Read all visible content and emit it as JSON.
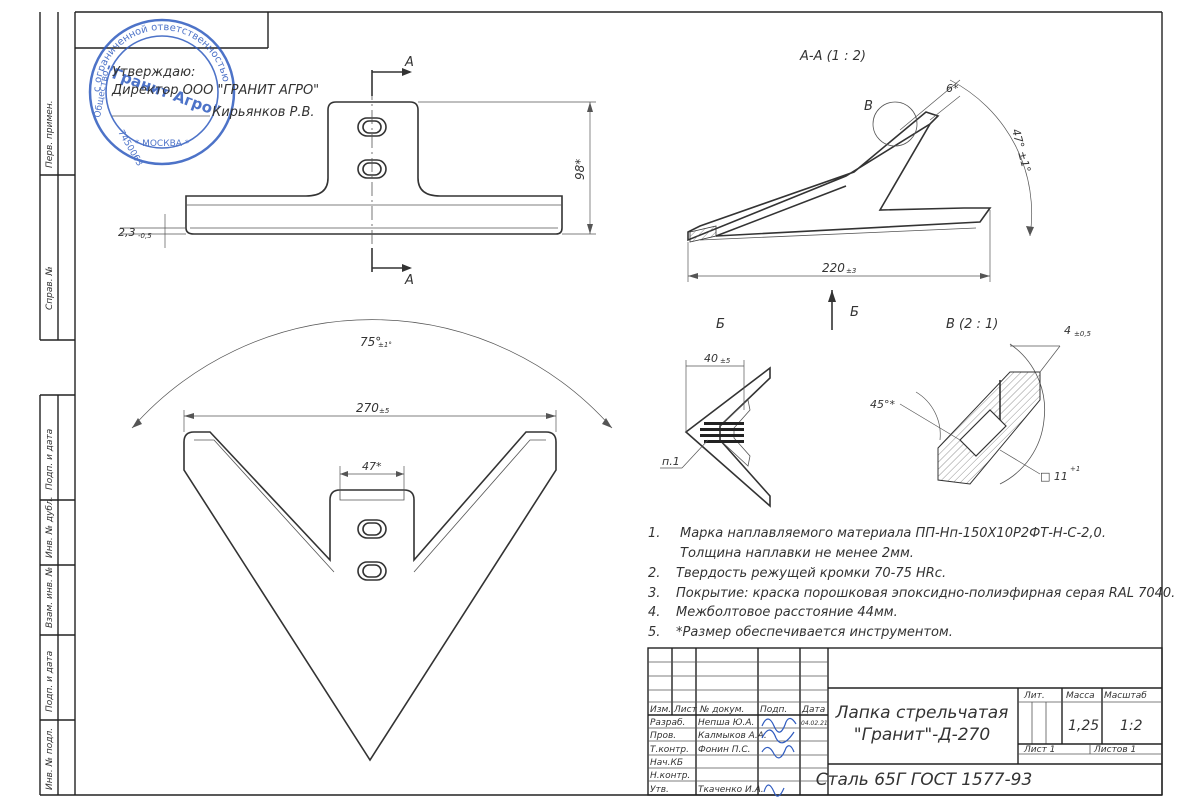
{
  "approval": {
    "line1": "Утверждаю:",
    "line2": "Директор ООО \"ГРАНИТ АГРО\"",
    "line3": "Кирьянков Р.В."
  },
  "stamp": {
    "outer_text": "с ограниченной ответственностью",
    "center_text": "\"Гранит Агро\"",
    "city": "* МОСКВА *",
    "number": "7450063",
    "side": "Общество"
  },
  "side_labels": {
    "perv_primen": "Перв. примен.",
    "sprav": "Справ. №",
    "podp_data1": "Подп. и дата",
    "inv_dubl": "Инв. № дубл.",
    "vzam_inv": "Взам. инв. №",
    "podp_data2": "Подп. и дата",
    "inv_podl": "Инв. № подл."
  },
  "section_labels": {
    "section_a": "А-А (1 : 2)",
    "a_top": "А",
    "a_bottom": "А",
    "b_arrow": "Б",
    "b_view": "Б",
    "v_circle": "В",
    "v_detail": "В (2 : 1)"
  },
  "dimensions": {
    "thickness": "2,3",
    "thickness_tol": "-0,5",
    "height": "98*",
    "angle_6": "6*",
    "angle_47": "47° ±1°",
    "length_220": "220",
    "length_220_tol": "±3",
    "angle_75": "75°",
    "angle_75_tol": "±1°",
    "width_270": "270",
    "width_270_tol": "±5",
    "width_47": "47*",
    "b_40": "40",
    "b_40_tol": "±5",
    "b_p1": "п.1",
    "v_4": "4",
    "v_4_tol": "±0,5",
    "v_45": "45°*",
    "v_11": "□ 11",
    "v_11_tol": "+1"
  },
  "notes": [
    {
      "num": "1.",
      "text": "Марка наплавляемого материала ПП-Нп-150Х10Р2ФТ-Н-С-2,0."
    },
    {
      "num": "",
      "text": "Толщина наплавки не менее 2мм."
    },
    {
      "num": "2.",
      "text": "Твердость режущей кромки 70-75 HRc."
    },
    {
      "num": "3.",
      "text": "Покрытие: краска порошковая эпоксидно-полиэфирная серая RAL 7040."
    },
    {
      "num": "4.",
      "text": "Межболтовое расстояние 44мм."
    },
    {
      "num": "5.",
      "text": "*Размер обеспечивается инструментом."
    }
  ],
  "title_block": {
    "header": {
      "izm": "Изм.",
      "list": "Лист",
      "dokum": "№ докум.",
      "podp": "Подп.",
      "data": "Дата"
    },
    "rows": [
      {
        "role": "Разраб.",
        "name": "Непша Ю.А.",
        "date": "04.02.21"
      },
      {
        "role": "Пров.",
        "name": "Калмыков А.А.",
        "date": ""
      },
      {
        "role": "Т.контр.",
        "name": "Фонин П.С.",
        "date": ""
      },
      {
        "role": "Нач.КБ",
        "name": "",
        "date": ""
      },
      {
        "role": "Н.контр.",
        "name": "",
        "date": ""
      },
      {
        "role": "Утв.",
        "name": "Ткаченко И.А.",
        "date": ""
      }
    ],
    "title_line1": "Лапка стрельчатая",
    "title_line2": "\"Гранит\"-Д-270",
    "material": "Сталь 65Г ГОСТ 1577-93",
    "lit_label": "Лит.",
    "mass_label": "Масса",
    "scale_label": "Масштаб",
    "mass": "1,25",
    "scale": "1:2",
    "sheet": "Лист 1",
    "sheets": "Листов 1"
  }
}
